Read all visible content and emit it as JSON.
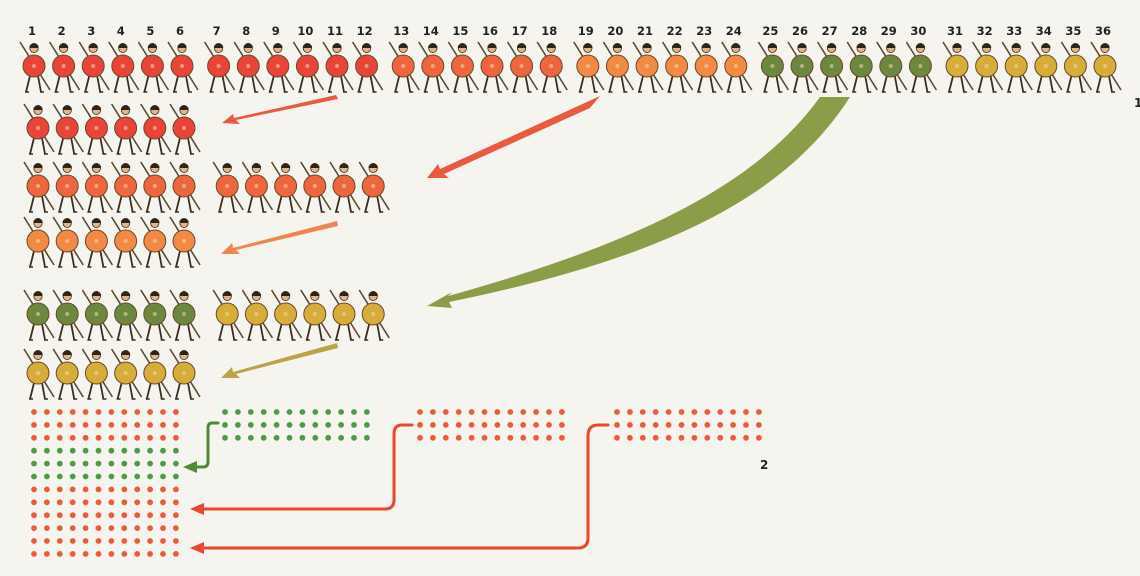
{
  "numbers": [
    "1",
    "2",
    "3",
    "4",
    "5",
    "6",
    "7",
    "8",
    "9",
    "10",
    "11",
    "12",
    "13",
    "14",
    "15",
    "16",
    "17",
    "18",
    "19",
    "20",
    "21",
    "22",
    "23",
    "24",
    "25",
    "26",
    "27",
    "28",
    "29",
    "30",
    "31",
    "32",
    "33",
    "34",
    "35",
    "36"
  ],
  "colors": {
    "background": "#f6f4ef",
    "red": "#e8453a",
    "red_orange": "#ee6640",
    "orange": "#f08a45",
    "olive": "#6c8840",
    "gold": "#d6ad3a",
    "dot_red": "#ee5a3c",
    "dot_green": "#4f9a46",
    "arrow_red": "#e8492e",
    "arrow_orange": "#f07a3a",
    "arrow_olive": "#7f9335",
    "arrow_gold": "#b59a35",
    "arrow_green": "#4f8a3a"
  },
  "top_row": {
    "soldier_colors": [
      "red",
      "red",
      "red",
      "red",
      "red",
      "red",
      "red",
      "red",
      "red",
      "red",
      "red",
      "red",
      "red_orange",
      "red_orange",
      "red_orange",
      "red_orange",
      "red_orange",
      "red_orange",
      "orange",
      "orange",
      "orange",
      "orange",
      "orange",
      "orange",
      "olive",
      "olive",
      "olive",
      "olive",
      "olive",
      "olive",
      "gold",
      "gold",
      "gold",
      "gold",
      "gold",
      "gold"
    ]
  },
  "formation_rows": [
    {
      "soldier_colors": [
        "red",
        "red",
        "red",
        "red",
        "red",
        "red"
      ]
    },
    {
      "soldier_colors": [
        "red_orange",
        "red_orange",
        "red_orange",
        "red_orange",
        "red_orange",
        "red_orange",
        "red_orange",
        "red_orange",
        "red_orange",
        "red_orange",
        "red_orange",
        "red_orange"
      ]
    },
    {
      "soldier_colors": [
        "orange",
        "orange",
        "orange",
        "orange",
        "orange",
        "orange"
      ]
    },
    {
      "soldier_colors": [
        "olive",
        "olive",
        "olive",
        "olive",
        "olive",
        "olive",
        "gold",
        "gold",
        "gold",
        "gold",
        "gold",
        "gold"
      ]
    },
    {
      "soldier_colors": [
        "gold",
        "gold",
        "gold",
        "gold",
        "gold",
        "gold"
      ]
    }
  ],
  "phalanx": {
    "main_block_row_colors": [
      "dot_red",
      "dot_red",
      "dot_red",
      "dot_green",
      "dot_green",
      "dot_green",
      "dot_red",
      "dot_red",
      "dot_red",
      "dot_red",
      "dot_red",
      "dot_red"
    ],
    "columns": 12,
    "side_blocks": [
      {
        "row_colors": [
          "dot_green",
          "dot_green",
          "dot_green"
        ],
        "columns": 12
      },
      {
        "row_colors": [
          "dot_red",
          "dot_red",
          "dot_red"
        ],
        "columns": 12
      },
      {
        "row_colors": [
          "dot_red",
          "dot_red",
          "dot_red"
        ],
        "columns": 12
      }
    ]
  },
  "labels": {
    "diagram_number": "2",
    "edge_marker": "1"
  }
}
